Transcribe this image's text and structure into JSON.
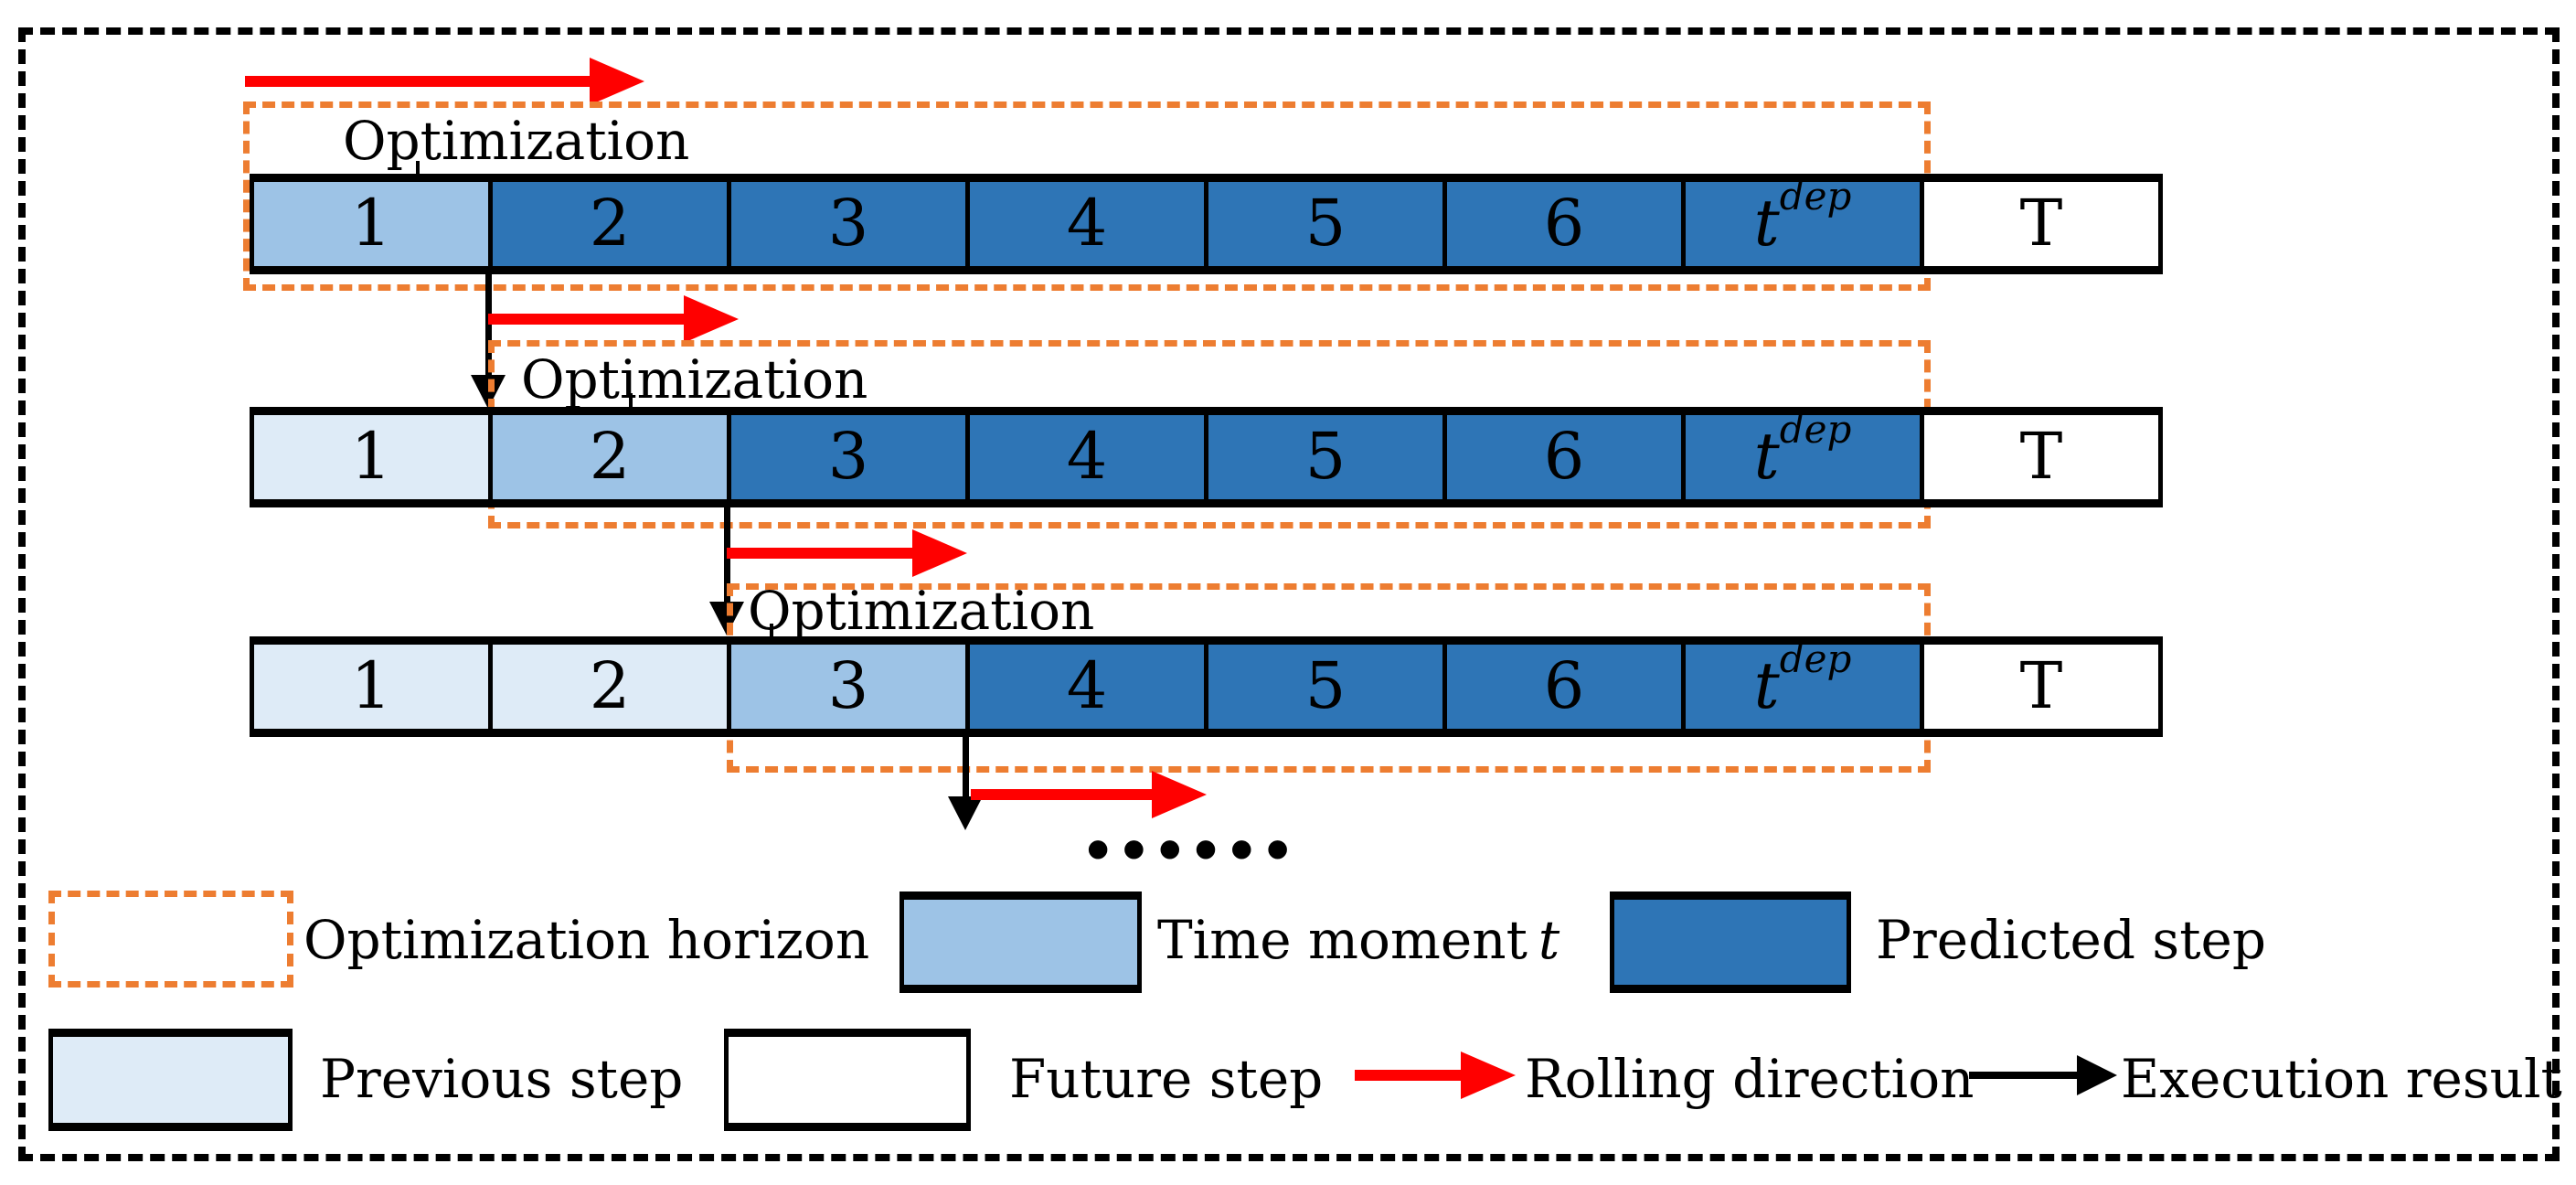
{
  "colors": {
    "predicted_step": "#2E75B6",
    "time_moment": "#9DC3E6",
    "previous_step": "#DEEBF7",
    "future_step": "#FFFFFF",
    "horizon_border": "#ED7D31",
    "rolling_arrow": "#FF0000",
    "execution_arrow": "#000000"
  },
  "rows": [
    {
      "label": "Optimization",
      "cells": [
        {
          "text": "1"
        },
        {
          "text": "2"
        },
        {
          "text": "3"
        },
        {
          "text": "4"
        },
        {
          "text": "5"
        },
        {
          "text": "6"
        },
        {
          "text": "t",
          "sup": "dep"
        },
        {
          "text": "T"
        }
      ]
    },
    {
      "label": "Optimization",
      "cells": [
        {
          "text": "1"
        },
        {
          "text": "2"
        },
        {
          "text": "3"
        },
        {
          "text": "4"
        },
        {
          "text": "5"
        },
        {
          "text": "6"
        },
        {
          "text": "t",
          "sup": "dep"
        },
        {
          "text": "T"
        }
      ]
    },
    {
      "label": "Optimization",
      "cells": [
        {
          "text": "1"
        },
        {
          "text": "2"
        },
        {
          "text": "3"
        },
        {
          "text": "4"
        },
        {
          "text": "5"
        },
        {
          "text": "6"
        },
        {
          "text": "t",
          "sup": "dep"
        },
        {
          "text": "T"
        }
      ]
    }
  ],
  "ellipsis": "......",
  "legend": {
    "optimization_horizon": "Optimization horizon",
    "time_moment_prefix": "Time moment",
    "time_moment_symbol": "t",
    "predicted_step": "Predicted step",
    "previous_step": "Previous step",
    "future_step": "Future step",
    "rolling_direction": "Rolling direction",
    "execution_result": "Execution result"
  }
}
